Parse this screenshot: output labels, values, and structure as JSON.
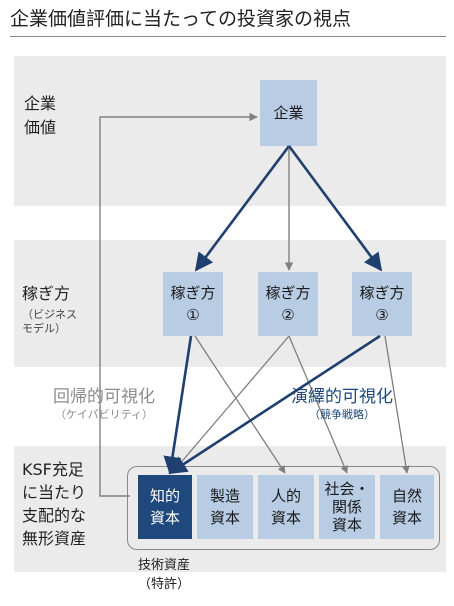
{
  "title": "企業価値評価に当たっての投資家の視点",
  "rows": {
    "enterprise_value": [
      "企業",
      "価値"
    ],
    "earning_method": {
      "lines": [
        "稼ぎ方"
      ],
      "sub": [
        "（ビジネス",
        "モデル）"
      ]
    },
    "ksf": [
      "KSF充足",
      "に当たり",
      "支配的な",
      "無形資産"
    ]
  },
  "boxes": {
    "company": "企業",
    "method1": [
      "稼ぎ方",
      "①"
    ],
    "method2": [
      "稼ぎ方",
      "②"
    ],
    "method3": [
      "稼ぎ方",
      "③"
    ]
  },
  "capitals": [
    {
      "lines": [
        "知的",
        "資本"
      ],
      "highlight": true
    },
    {
      "lines": [
        "製造",
        "資本"
      ],
      "highlight": false
    },
    {
      "lines": [
        "人的",
        "資本"
      ],
      "highlight": false
    },
    {
      "lines": [
        "社会・",
        "関係",
        "資本"
      ],
      "highlight": false
    },
    {
      "lines": [
        "自然",
        "資本"
      ],
      "highlight": false
    }
  ],
  "retro": {
    "main": "回帰的可視化",
    "sub": "（ケイパビリティ）"
  },
  "deduct": {
    "main": "演繹的可視化",
    "sub": "（競争戦略）"
  },
  "tech_asset": [
    "技術資産",
    "（特許）"
  ],
  "colors": {
    "band": "#ebebeb",
    "box": "#b8cce4",
    "box_dark": "#1f497d",
    "arrow_dark": "#1f3f6e",
    "arrow_gray": "#7f7f7f",
    "retro_text": "#8c8c8c",
    "deduct_text": "#1f497d"
  }
}
